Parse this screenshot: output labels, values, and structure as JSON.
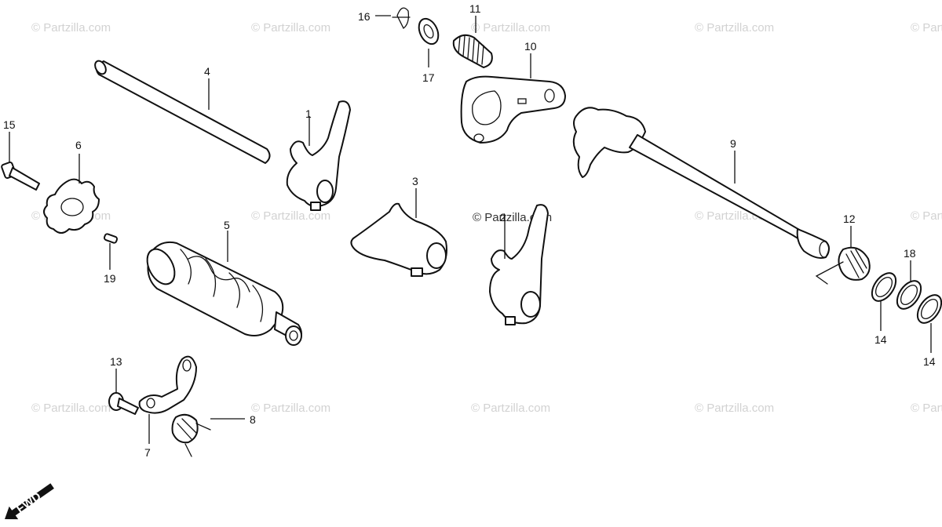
{
  "watermark": {
    "text": "© Partzilla.com"
  },
  "callouts": {
    "c1": "1",
    "c2": "2",
    "c3": "3",
    "c4": "4",
    "c5": "5",
    "c6": "6",
    "c7": "7",
    "c8": "8",
    "c9": "9",
    "c10": "10",
    "c11": "11",
    "c12": "12",
    "c13": "13",
    "c14a": "14",
    "c14b": "14",
    "c15": "15",
    "c16": "16",
    "c17": "17",
    "c18": "18",
    "c19": "19"
  },
  "fwd_label": "FWD"
}
